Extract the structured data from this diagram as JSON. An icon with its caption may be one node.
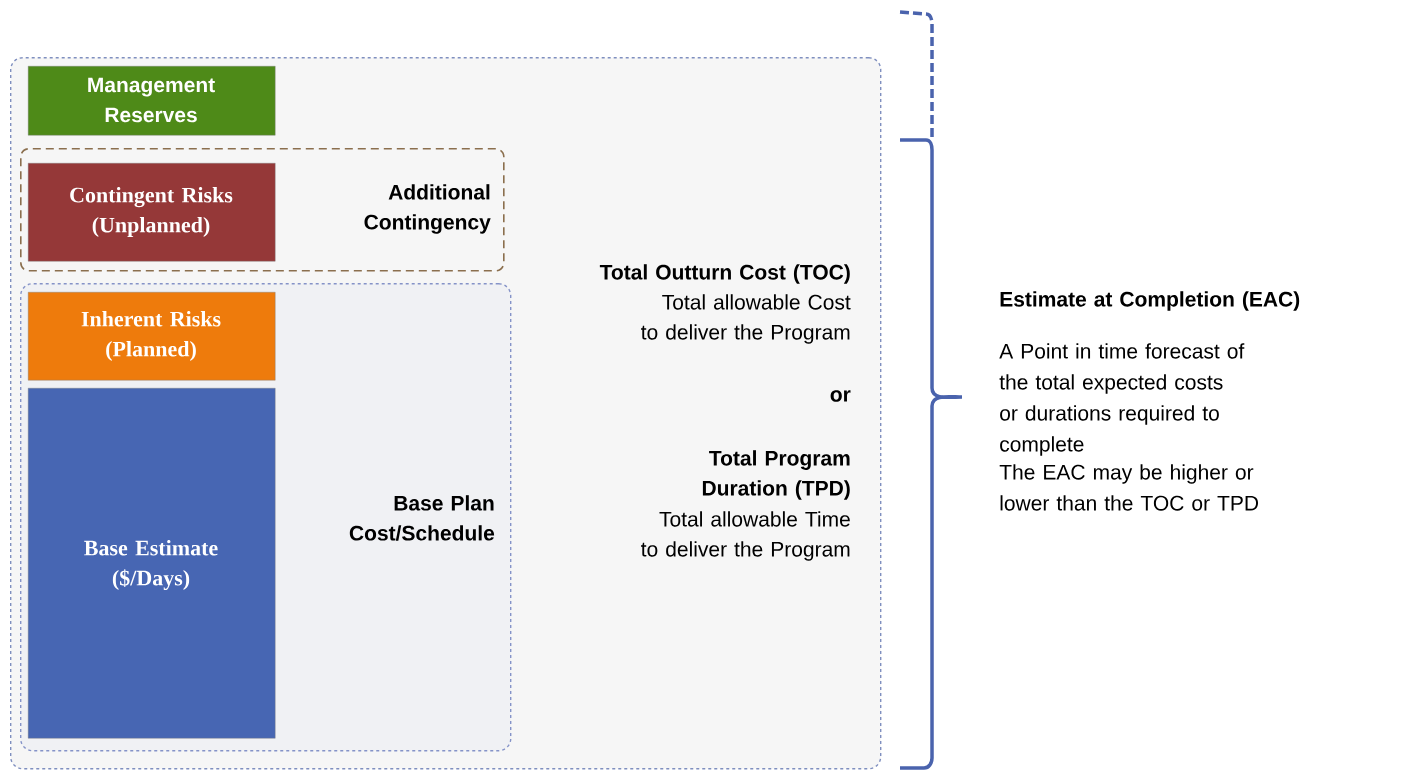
{
  "diagram": {
    "nodes": [
      {
        "text": [
          "Total Outturn Cost (TOC)",
          "Total allowable Cost to deliver the Program",
          "or",
          "Total Program Duration (TPD)",
          "Total allowable Time to deliver the Program"
        ]
      },
      {
        "text": [
          "Management Reserves"
        ],
        "in": 0
      },
      {
        "text": [
          "Additional Contingency"
        ],
        "in": 0
      },
      {
        "text": [
          "Contingent Risks (Unplanned)"
        ],
        "in": 2
      },
      {
        "text": [
          "Base Plan Cost/Schedule"
        ],
        "in": 0
      },
      {
        "text": [
          "Inherent Risks (Planned)"
        ],
        "in": 4
      },
      {
        "text": [
          "Base Estimate ($/Days)"
        ],
        "in": 4
      }
    ],
    "labels": [
      "Estimate at Completion (EAC)",
      "A Point in time forecast of the total expected costs or durations required to complete",
      "The EAC may be higher or lower than the TOC or TPD"
    ]
  }
}
